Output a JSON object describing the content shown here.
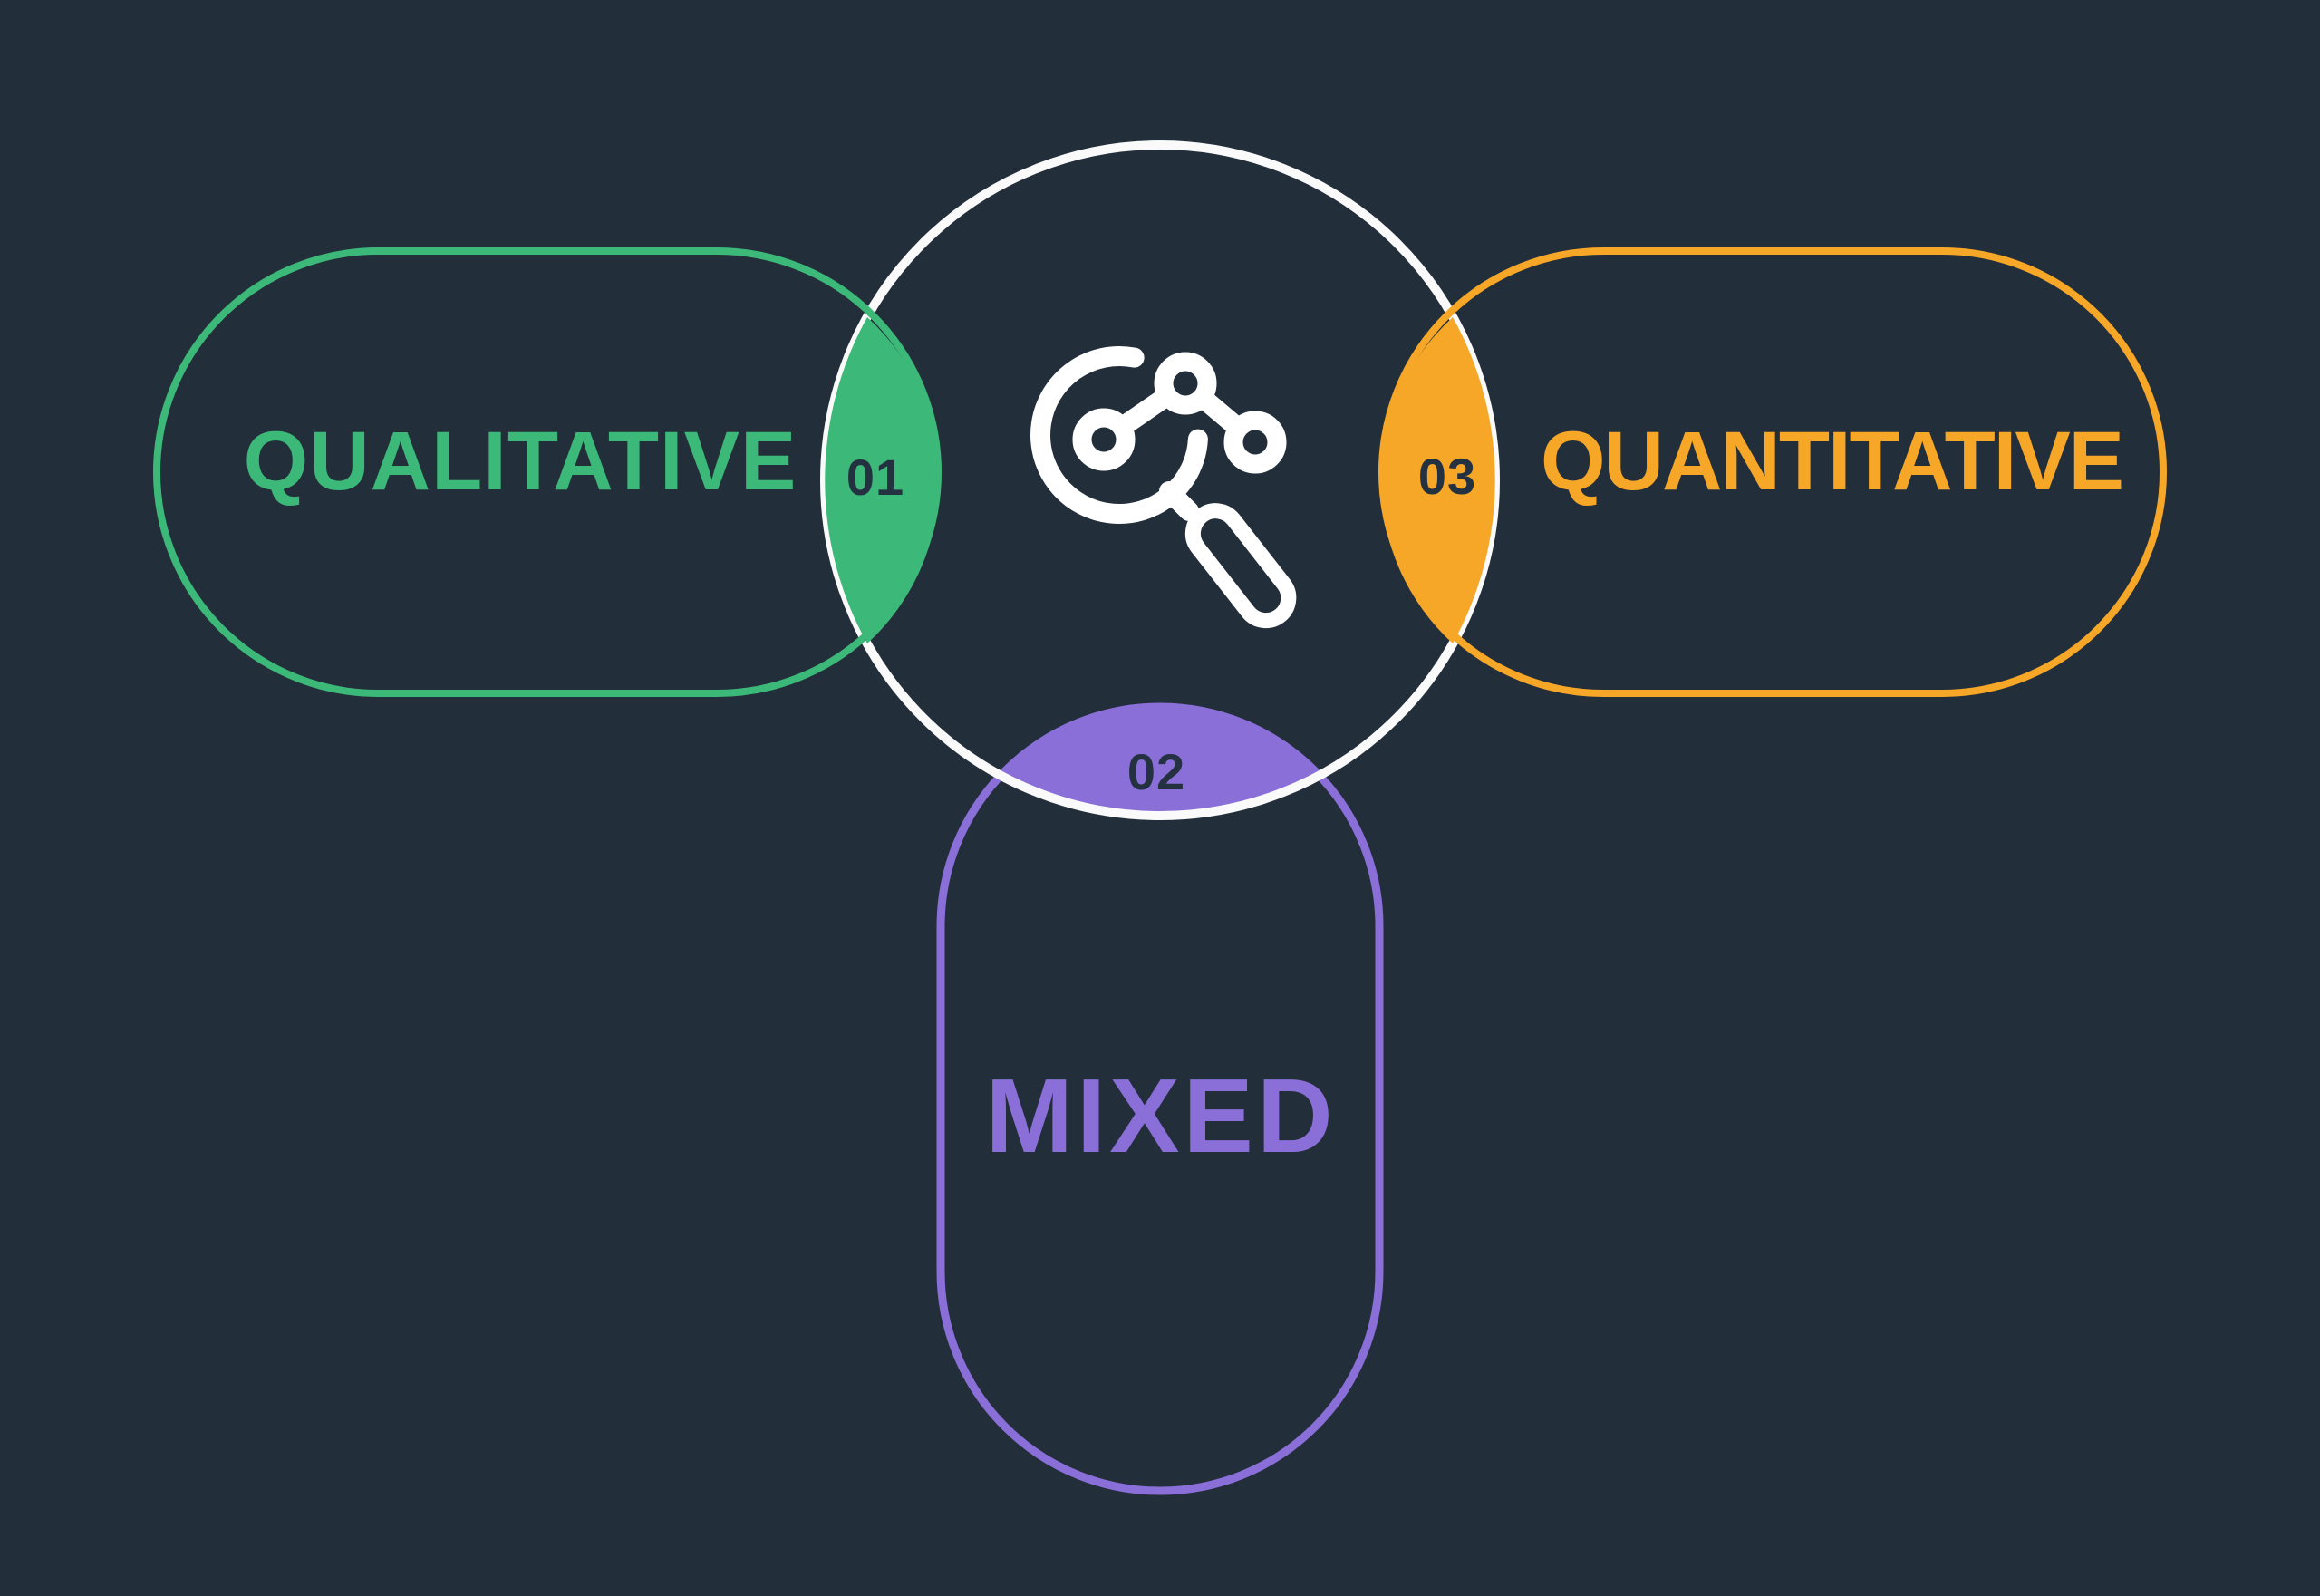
{
  "diagram": {
    "name": "research-methods-overlap-diagram",
    "background": "#232E3B",
    "colors": {
      "green": "#3CB878",
      "orange": "#F7A728",
      "purple": "#8B6FD8",
      "white": "#FAFAFA",
      "number_text": "#243140",
      "icon": "#FFFFFF",
      "node_hole": "#232E3B"
    },
    "categories": [
      {
        "id": "qualitative",
        "label": "QUALITATIVE",
        "number": "01",
        "color": "#3CB878",
        "position": "left"
      },
      {
        "id": "mixed",
        "label": "MIXED",
        "number": "02",
        "color": "#8B6FD8",
        "position": "bottom"
      },
      {
        "id": "quantitative",
        "label": "QUANTITATIVE",
        "number": "03",
        "color": "#F7A728",
        "position": "right"
      }
    ],
    "center_icon": "magnifier-analytics-icon"
  }
}
